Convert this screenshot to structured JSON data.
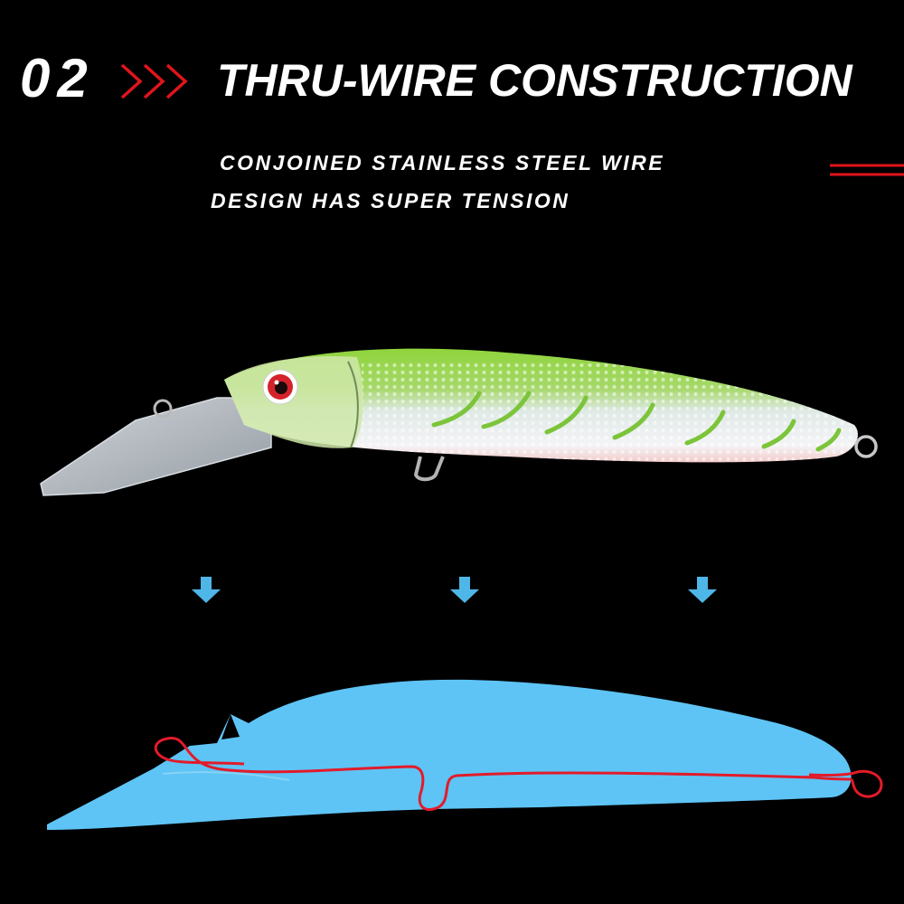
{
  "section": {
    "number": "02",
    "title": "THRU-WIRE CONSTRUCTION"
  },
  "description": {
    "line1": "CONJOINED STAINLESS STEEL WIRE",
    "line2": "DESIGN HAS SUPER TENSION"
  },
  "colors": {
    "background": "#000000",
    "accent_red": "#e0151b",
    "diagram_blue": "#5ec4f5",
    "arrow_blue": "#4fb6e8",
    "wire_red": "#e21b2a",
    "lure_green": "#7cc43a"
  },
  "icons": [
    "chevron-arrows-icon",
    "down-arrow-icon",
    "lure-photo",
    "lure-silhouette-diagram",
    "wire-path"
  ]
}
